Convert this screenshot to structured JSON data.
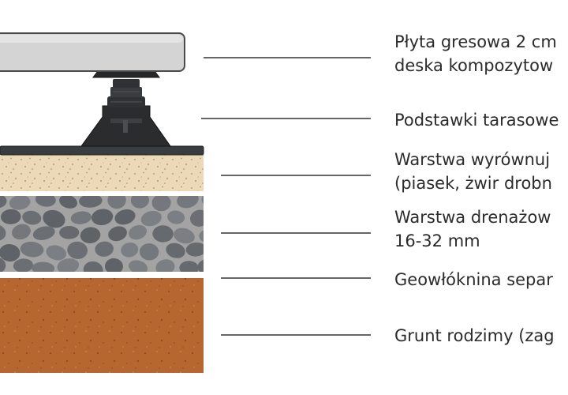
{
  "labels": [
    {
      "lines": [
        "Płyta gresowa 2 cm",
        "deska kompozytow"
      ]
    },
    {
      "lines": [
        "Podstawki tarasowe"
      ]
    },
    {
      "lines": [
        "Warstwa wyrównuj",
        "(piasek, żwir drobn"
      ]
    },
    {
      "lines": [
        "Warstwa drenażow",
        "16-32 mm"
      ]
    },
    {
      "lines": [
        "Geowłóknina separ"
      ]
    },
    {
      "lines": [
        "Grunt rodzimy (zag"
      ]
    }
  ],
  "colors": {
    "tile": "#d4d4d4",
    "pedestal": "#2a2a2a",
    "sand": "#ecd9b8",
    "gravel_bg": "#9e9e9e",
    "stone": "#6f7377",
    "geotextile": "#ffffff",
    "soil": "#b5672f",
    "leader": "#333333"
  },
  "icons": [
    "composite-deck-tile",
    "adjustable-pedestal",
    "sand-layer",
    "gravel-layer",
    "geotextile-layer",
    "native-soil-layer"
  ]
}
